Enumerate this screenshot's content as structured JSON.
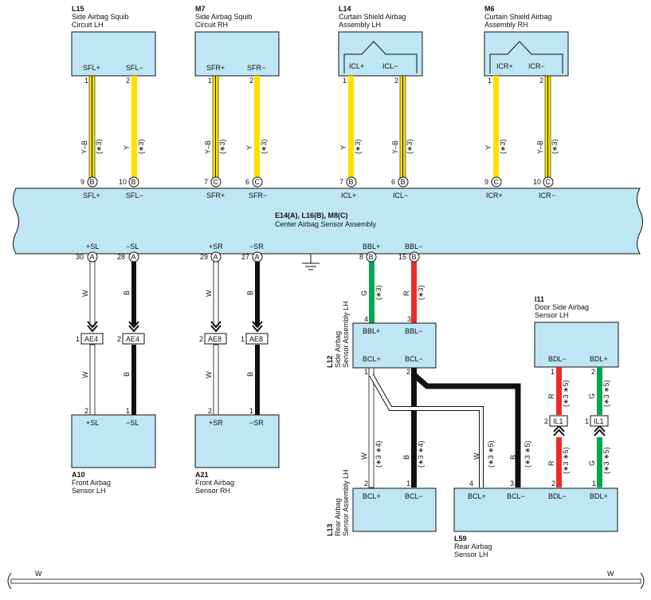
{
  "components": {
    "L15": {
      "id": "L15",
      "line1": "Side Airbag Squib",
      "line2": "Circuit LH",
      "pin_a": "SFL+",
      "pin_b": "SFL−"
    },
    "M7": {
      "id": "M7",
      "line1": "Side Airbag Squib",
      "line2": "Circuit RH",
      "pin_a": "SFR+",
      "pin_b": "SFR−"
    },
    "L14": {
      "id": "L14",
      "line1": "Curtain Shield Airbag",
      "line2": "Assembly LH",
      "pin_a": "ICL+",
      "pin_b": "ICL−"
    },
    "M6": {
      "id": "M6",
      "line1": "Curtain Shield Airbag",
      "line2": "Assembly RH",
      "pin_a": "ICR+",
      "pin_b": "ICR−"
    },
    "A10": {
      "id": "A10",
      "line1": "Front Airbag",
      "line2": "Sensor LH",
      "pin_a": "+SL",
      "pin_b": "−SL"
    },
    "A21": {
      "id": "A21",
      "line1": "Front Airbag",
      "line2": "Sensor RH",
      "pin_a": "+SR",
      "pin_b": "−SR"
    },
    "L12": {
      "id": "L12",
      "line1": "Side Airbag",
      "line2": "Sensor Assembly LH",
      "pin_a": "BBL+",
      "pin_b": "BBL−",
      "pin_c": "BCL+",
      "pin_d": "BCL−"
    },
    "I11": {
      "id": "I11",
      "line1": "Door Side Airbag",
      "line2": "Sensor LH",
      "pin_a": "BDL−",
      "pin_b": "BDL+"
    },
    "L13": {
      "id": "L13",
      "line1": "Rear Airbag",
      "line2": "Sensor Assembly LH",
      "pin_a": "BCL+",
      "pin_b": "BCL−"
    },
    "L59": {
      "id": "L59",
      "line1": "Rear Airbag",
      "line2": "Sensor LH",
      "pin_a": "BCL+",
      "pin_b": "BCL−",
      "pin_c": "BDL−",
      "pin_d": "BDL+"
    }
  },
  "center": {
    "ids": "E14(A), L16(B), M8(C)",
    "name": "Center Airbag Sensor Assembly",
    "top_pins": [
      "SFL+",
      "SFL−",
      "SFR+",
      "SFR−",
      "ICL+",
      "ICL−",
      "ICR+",
      "ICR−"
    ],
    "bottom_pins": [
      "+SL",
      "−SL",
      "+SR",
      "−SR",
      "BBL+",
      "BBL−"
    ]
  },
  "connectors": {
    "ae4": "AE4",
    "ae8": "AE8",
    "il1": "IL1"
  },
  "conn_letters": {
    "a": "A",
    "b": "B",
    "c": "C"
  },
  "pin_numbers": {
    "n1": "1",
    "n2": "2",
    "n3": "3",
    "n4": "4",
    "n6": "6",
    "n7": "7",
    "n8": "8",
    "n9": "9",
    "n10": "10",
    "n15": "15",
    "n27": "27",
    "n28": "28",
    "n29": "29",
    "n30": "30"
  },
  "wire_colors": {
    "yb": "Y–B",
    "y": "Y",
    "w": "W",
    "b": "B",
    "g": "G",
    "r": "R"
  },
  "notes": {
    "n3": "(∗3)",
    "n34": "(∗3 ∗4)",
    "n35": "(∗3 ∗5)"
  },
  "bottom_wire": {
    "left": "W",
    "right": "W"
  },
  "colors": {
    "yellow": "#ffe000",
    "green": "#00a651",
    "red": "#ee2b2b",
    "black": "#111111",
    "box_fill": "#bfe6f4"
  }
}
